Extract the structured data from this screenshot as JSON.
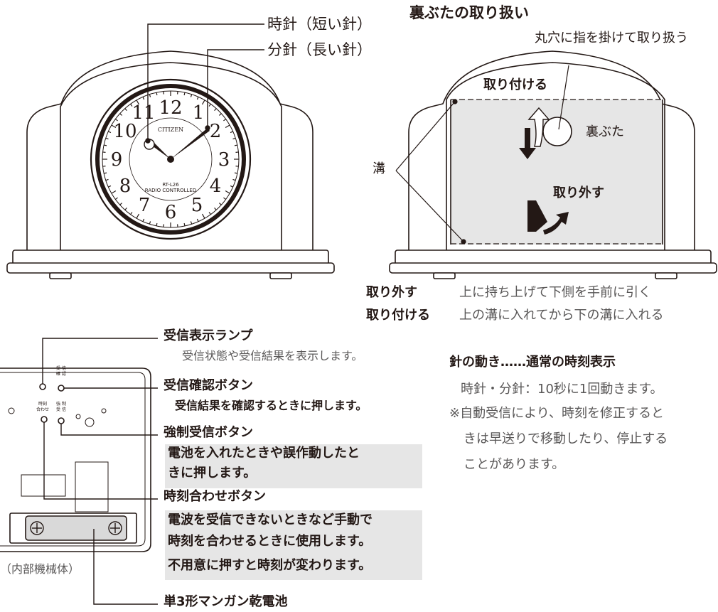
{
  "front": {
    "hour_hand_label": "時針（短い針）",
    "minute_hand_label": "分針（長い針）",
    "brand": "CITIZEN",
    "dial_text_1": "RT-L26",
    "dial_text_2": "RADIO CONTROLLED",
    "numerals": [
      "12",
      "1",
      "2",
      "3",
      "4",
      "5",
      "6",
      "7",
      "8",
      "9",
      "10",
      "11"
    ]
  },
  "back_cover": {
    "title": "裏ぶたの取り扱い",
    "hole_note": "丸穴に指を掛けて取り扱う",
    "attach_label": "取り付ける",
    "cover_label": "裏ぶた",
    "groove_label": "溝",
    "remove_label": "取り外す",
    "instructions": [
      {
        "term": "取り外す",
        "desc": "上に持ち上げて下側を手前に引く"
      },
      {
        "term": "取り付ける",
        "desc": "上の溝に入れてから下の溝に入れる"
      }
    ]
  },
  "mechanism": {
    "panel_label_check": "受信\n確認",
    "panel_label_time": "時刻\n合わせ",
    "panel_label_force": "強制\n受信",
    "caption": "（内部機械体）",
    "items": [
      {
        "title": "受信表示ランプ",
        "desc": "受信状態や受信結果を表示します。"
      },
      {
        "title": "受信確認ボタン",
        "desc": "受信結果を確認するときに押します。"
      },
      {
        "title": "強制受信ボタン",
        "desc_1": "電池を入れたときや誤作動したと",
        "desc_2": "きに押します。"
      },
      {
        "title": "時刻合わせボタン",
        "desc_1": "電波を受信できないときなど手動で",
        "desc_2": "時刻を合わせるときに使用します。",
        "warning": "不用意に押すと時刻が変わります。"
      },
      {
        "title": "単3形マンガン乾電池"
      }
    ]
  },
  "hands_info": {
    "title": "針の動き……通常の時刻表示",
    "line1": "時針・分針：10秒に1回動きます。",
    "line2": "※自動受信により、時刻を修正すると",
    "line3": "きは早送りで移動したり、停止する",
    "line4": "ことがあります。"
  }
}
